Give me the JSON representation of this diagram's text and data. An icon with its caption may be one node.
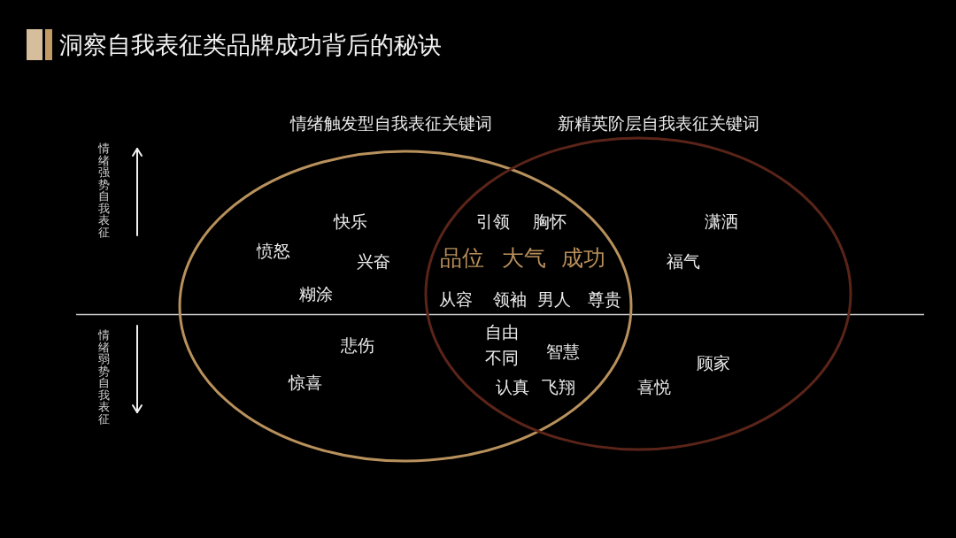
{
  "diagram": {
    "title": "洞察自我表征类品牌成功背后的秘诀",
    "nodes": [
      {
        "text": [
          "情绪触发型自我表征关键词"
        ]
      },
      {
        "text": [
          "新精英阶层自我表征关键词"
        ]
      }
    ],
    "labels": [
      "情绪强势自我表征",
      "情绪弱势自我表征",
      "快乐",
      "愤怒",
      "兴奋",
      "糊涂",
      "悲伤",
      "惊喜",
      "引领",
      "胸怀",
      "品位",
      "大气",
      "成功",
      "从容",
      "领袖",
      "男人",
      "尊贵",
      "自由",
      "不同",
      "智慧",
      "认真",
      "飞翔",
      "潇洒",
      "福气",
      "顾家",
      "喜悦"
    ]
  }
}
